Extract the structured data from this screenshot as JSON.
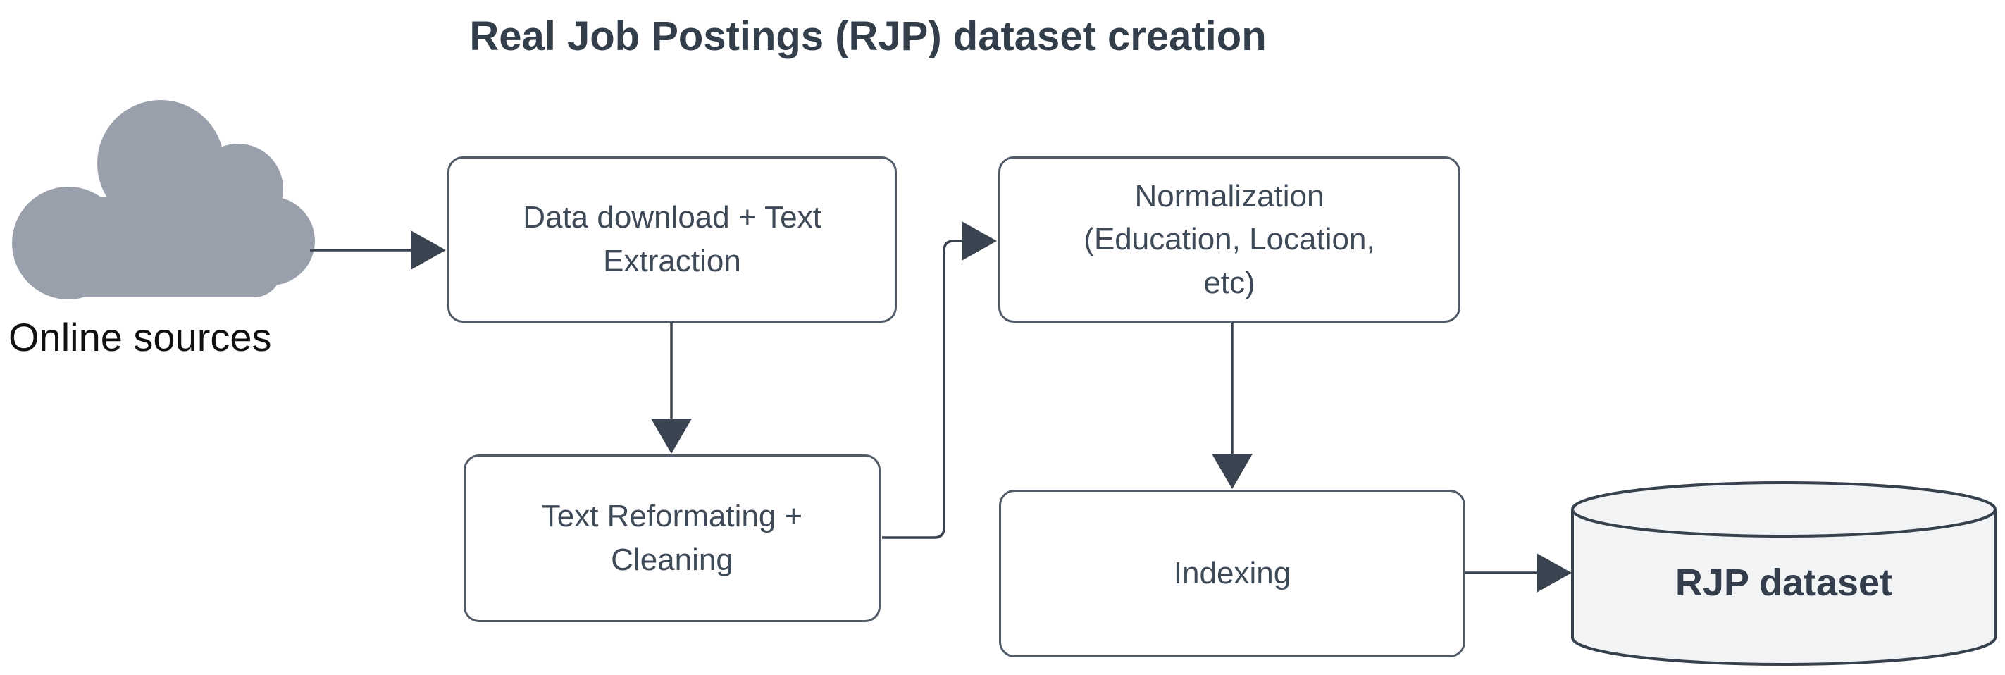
{
  "title": "Real Job Postings (RJP) dataset creation",
  "source": {
    "label": "Online sources",
    "icon": "cloud-icon"
  },
  "nodes": [
    {
      "id": "data-download",
      "label": "Data download + Text\nExtraction"
    },
    {
      "id": "text-reformating",
      "label": "Text Reformating +\nCleaning"
    },
    {
      "id": "normalization",
      "label": "Normalization\n(Education, Location,\netc)"
    },
    {
      "id": "indexing",
      "label": "Indexing"
    }
  ],
  "datastore": {
    "label": "RJP dataset",
    "shape": "database-cylinder"
  },
  "edges": [
    {
      "from": "online-sources",
      "to": "data-download"
    },
    {
      "from": "data-download",
      "to": "text-reformating"
    },
    {
      "from": "text-reformating",
      "to": "normalization"
    },
    {
      "from": "normalization",
      "to": "indexing"
    },
    {
      "from": "indexing",
      "to": "rjp-dataset"
    }
  ],
  "colors": {
    "cloud_fill": "#99a0ab",
    "node_fill": "#ffffff",
    "node_border": "#515b68",
    "node_text": "#3f4a58",
    "connector": "#3a4450",
    "title_text": "#333e4b",
    "source_text": "#101010",
    "datastore_fill": "#f2f3f4",
    "datastore_border": "#37414e",
    "datastore_text": "#333d4b"
  }
}
